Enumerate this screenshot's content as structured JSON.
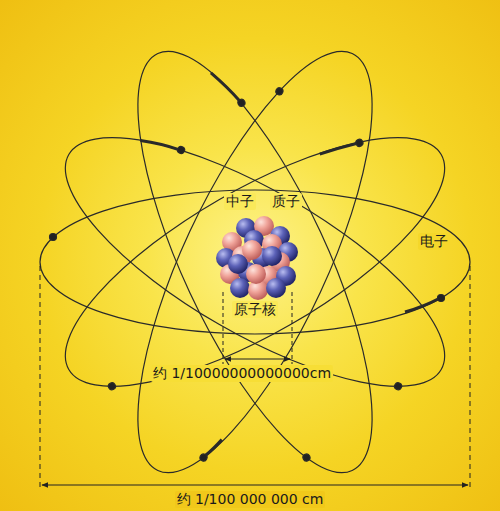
{
  "diagram": {
    "labels": [
      "中子",
      "质子",
      "电子",
      "原子核",
      "约 1/10000000000000cm",
      "约 1/100 000 000 cm"
    ]
  }
}
